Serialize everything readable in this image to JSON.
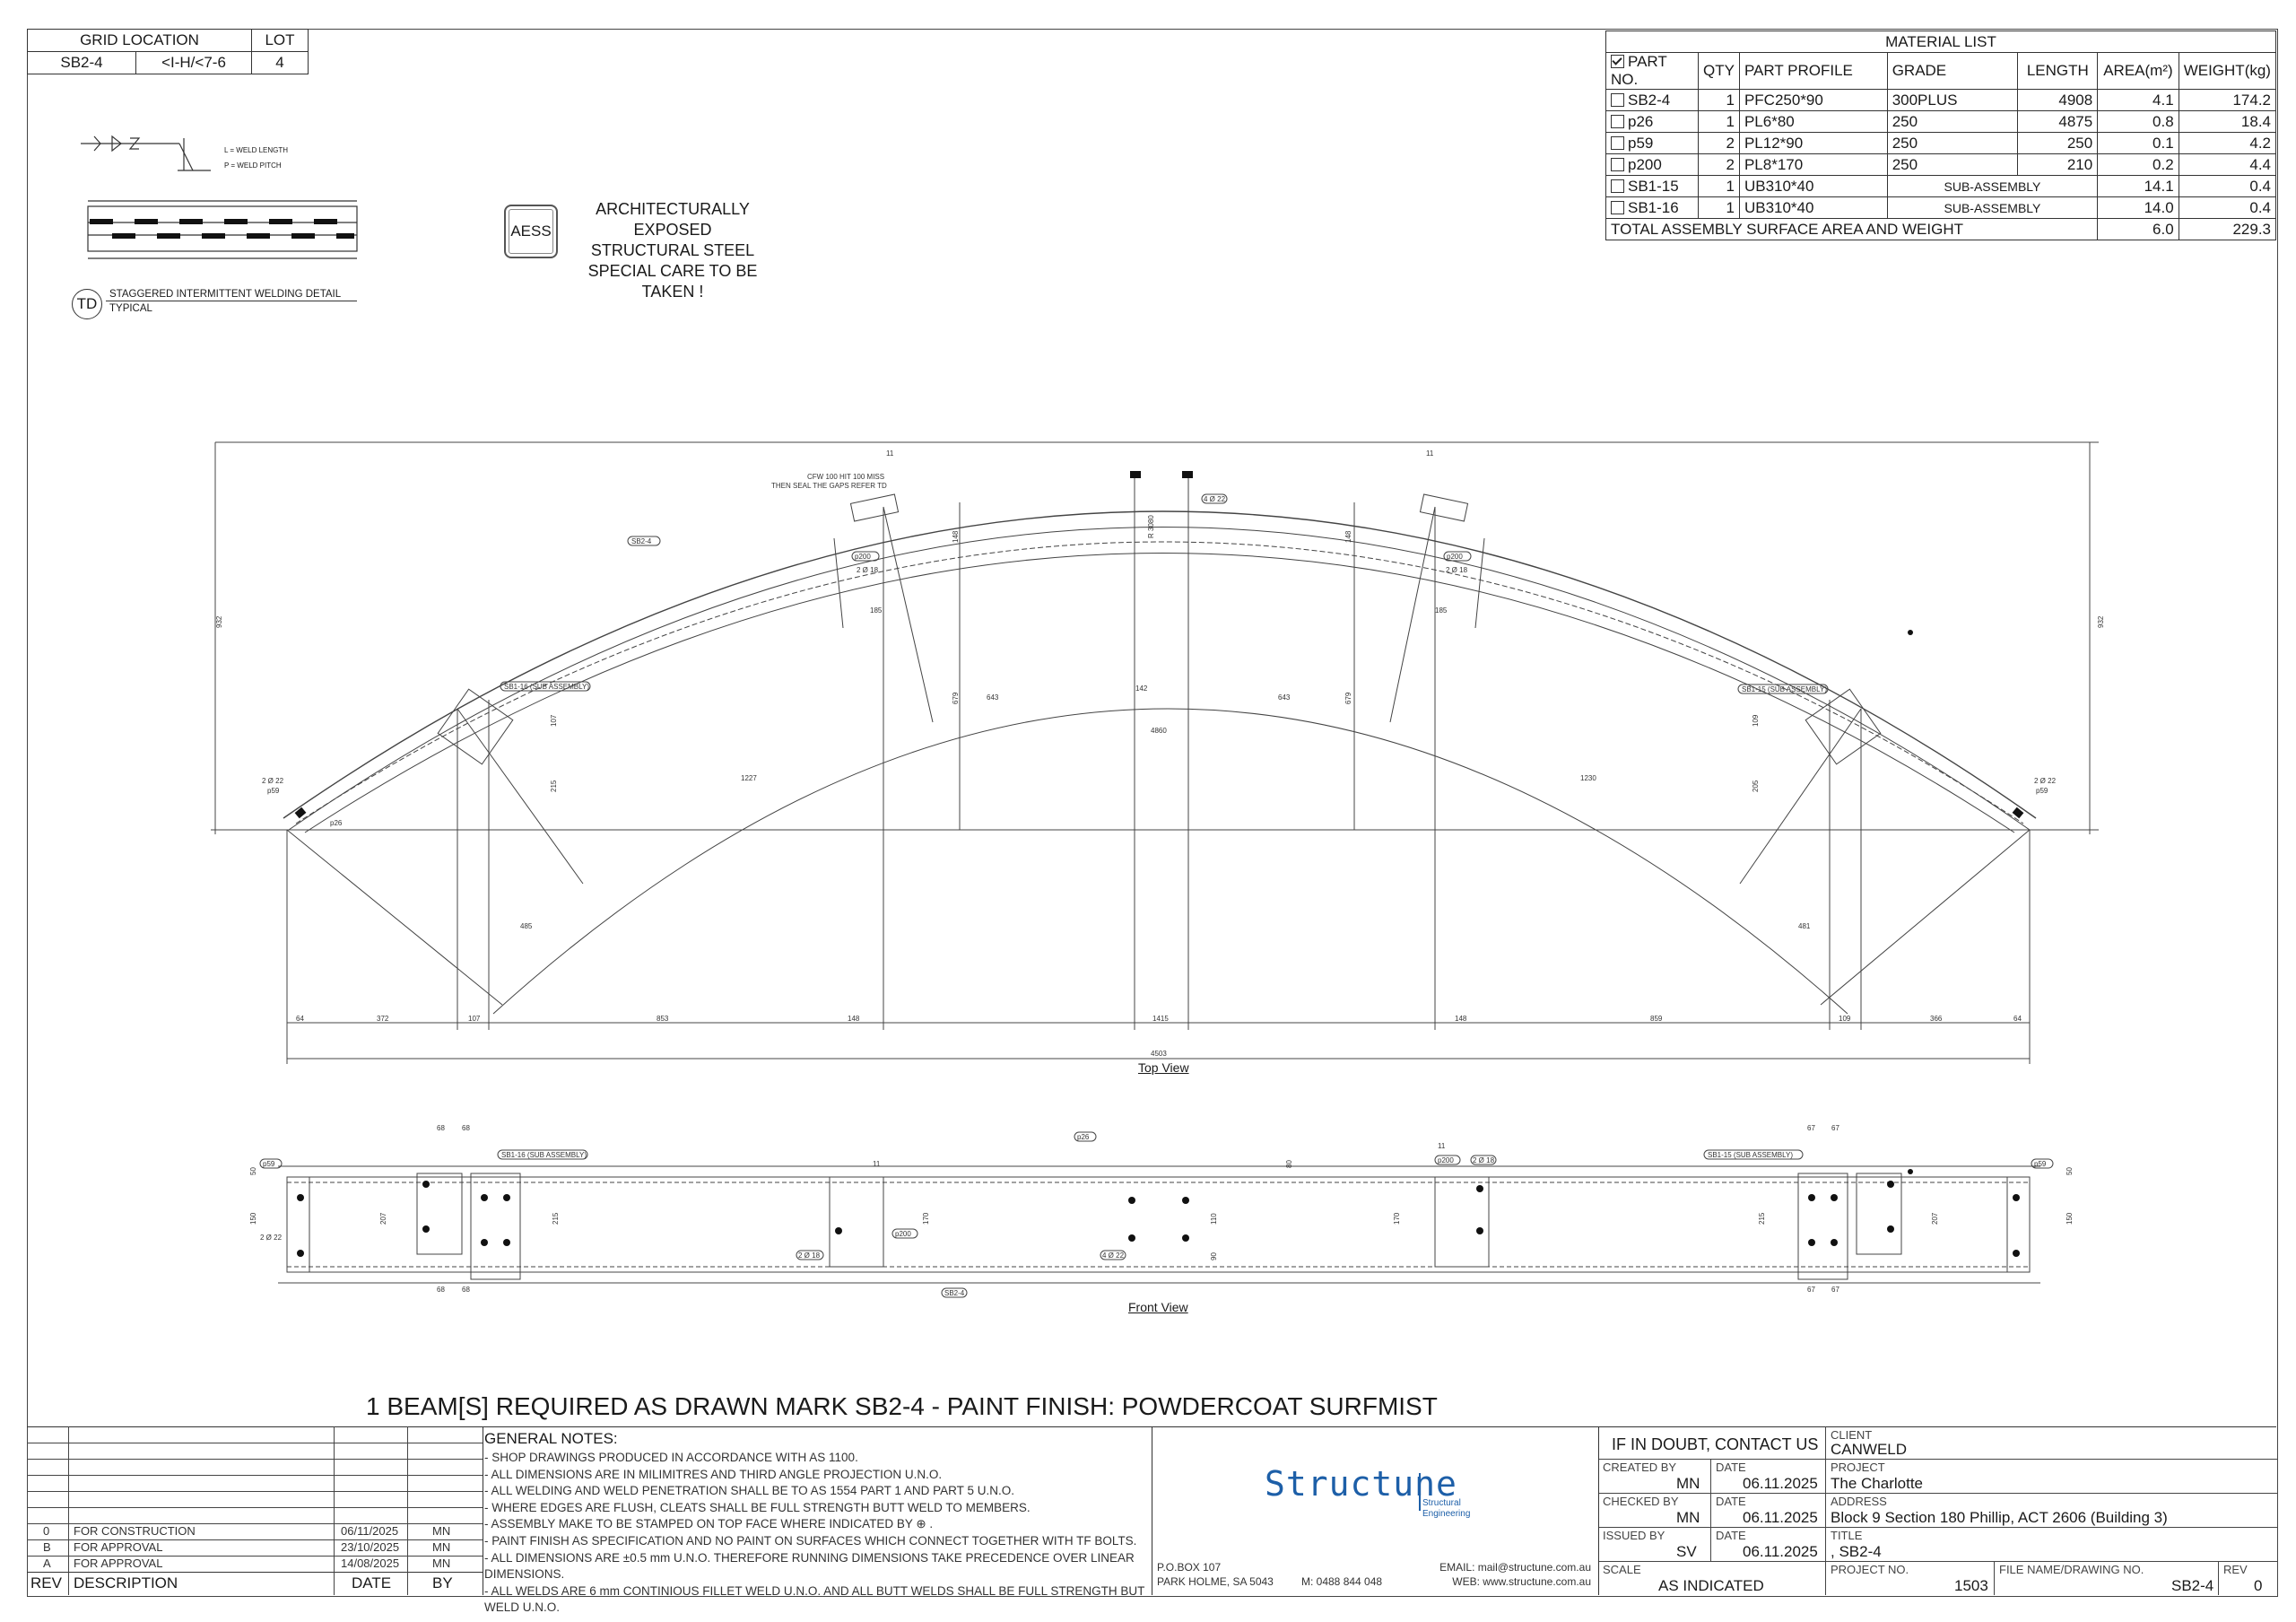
{
  "grid_table": {
    "headers": [
      "GRID LOCATION",
      "LOT"
    ],
    "values": [
      "SB2-4",
      "<I-H/<7-6",
      "4"
    ]
  },
  "weld_detail": {
    "legend_l": "L = WELD LENGTH",
    "legend_p": "P = WELD PITCH",
    "tag": "TD",
    "title": "STAGGERED INTERMITTENT WELDING DETAIL",
    "subtitle": "TYPICAL"
  },
  "aess": {
    "tag": "AESS",
    "line1": "ARCHITECTURALLY EXPOSED",
    "line2": "STRUCTURAL STEEL",
    "line3": "SPECIAL CARE TO BE TAKEN !"
  },
  "material_list": {
    "title": "MATERIAL LIST",
    "headers": [
      "PART NO.",
      "QTY",
      "PART PROFILE",
      "GRADE",
      "LENGTH",
      "AREA(m²)",
      "WEIGHT(kg)"
    ],
    "rows": [
      {
        "part": "SB2-4",
        "qty": "1",
        "profile": "PFC250*90",
        "grade": "300PLUS",
        "length": "4908",
        "area": "4.1",
        "weight": "174.2"
      },
      {
        "part": "p26",
        "qty": "1",
        "profile": "PL6*80",
        "grade": "250",
        "length": "4875",
        "area": "0.8",
        "weight": "18.4"
      },
      {
        "part": "p59",
        "qty": "2",
        "profile": "PL12*90",
        "grade": "250",
        "length": "250",
        "area": "0.1",
        "weight": "4.2"
      },
      {
        "part": "p200",
        "qty": "2",
        "profile": "PL8*170",
        "grade": "250",
        "length": "210",
        "area": "0.2",
        "weight": "4.4"
      },
      {
        "part": "SB1-15",
        "qty": "1",
        "profile": "UB310*40",
        "grade": "SUB-ASSEMBLY",
        "length": "",
        "area": "14.1",
        "weight": "0.4"
      },
      {
        "part": "SB1-16",
        "qty": "1",
        "profile": "UB310*40",
        "grade": "SUB-ASSEMBLY",
        "length": "",
        "area": "14.0",
        "weight": "0.4"
      }
    ],
    "total_label": "TOTAL ASSEMBLY SURFACE AREA AND WEIGHT",
    "total_area": "6.0",
    "total_weight": "229.3"
  },
  "top_view": {
    "title": "Top View",
    "labels": {
      "cfw1": "CFW 100 HIT 100 MISS",
      "cfw2": "THEN SEAL THE GAPS REFER TD",
      "sb24": "SB2-4",
      "sb116": "SB1-16 (SUB ASSEMBLY)",
      "sb115": "SB1-15 (SUB ASSEMBLY)",
      "p200": "p200",
      "p59": "p59",
      "p26": "p26",
      "holes18": "2 Ø 18",
      "holes22": "4 Ø 22",
      "holes22b": "2 Ø 22",
      "radius": "R 3080"
    },
    "dims_bottom": [
      "64",
      "372",
      "107",
      "853",
      "148",
      "1415",
      "148",
      "859",
      "109",
      "366",
      "64"
    ],
    "dim_total": "4503",
    "dim_height": "932",
    "dims_misc": [
      "643",
      "142",
      "643",
      "4860",
      "1227",
      "1230",
      "485",
      "481",
      "185",
      "185",
      "148",
      "148",
      "679",
      "679",
      "107",
      "109",
      "215",
      "205",
      "11",
      "11"
    ]
  },
  "front_view": {
    "title": "Front View",
    "labels": {
      "p26": "p26",
      "sb116": "SB1-16 (SUB ASSEMBLY)",
      "sb115": "SB1-15 (SUB ASSEMBLY)",
      "p59": "p59",
      "p200": "p200",
      "holes18": "2 Ø 18",
      "holes22": "4 Ø 22",
      "holes22b": "2 Ø 22",
      "sb24": "SB2-4"
    },
    "dims": [
      "68",
      "68",
      "68",
      "68",
      "67",
      "67",
      "67",
      "67",
      "207",
      "215",
      "170",
      "110",
      "170",
      "215",
      "207",
      "150",
      "150",
      "80",
      "90",
      "50",
      "50",
      "11",
      "11"
    ]
  },
  "banner": "1  BEAM[S] REQUIRED AS DRAWN MARK  SB2-4 - PAINT FINISH: POWDERCOAT SURFMIST",
  "revisions": {
    "headers": [
      "REV",
      "DESCRIPTION",
      "DATE",
      "BY"
    ],
    "rows": [
      {
        "rev": "0",
        "desc": "FOR CONSTRUCTION",
        "date": "06/11/2025",
        "by": "MN"
      },
      {
        "rev": "B",
        "desc": "FOR APPROVAL",
        "date": "23/10/2025",
        "by": "MN"
      },
      {
        "rev": "A",
        "desc": "FOR APPROVAL",
        "date": "14/08/2025",
        "by": "MN"
      }
    ]
  },
  "general_notes": {
    "title": "GENERAL NOTES:",
    "items": [
      "- SHOP DRAWINGS PRODUCED IN ACCORDANCE WITH AS 1100.",
      "- ALL DIMENSIONS ARE IN MILIMITRES AND THIRD ANGLE PROJECTION U.N.O.",
      "- ALL WELDING AND WELD PENETRATION SHALL BE TO AS 1554 PART 1 AND PART 5 U.N.O.",
      "- WHERE EDGES ARE FLUSH, CLEATS SHALL BE FULL STRENGTH BUTT WELD TO MEMBERS.",
      "- ASSEMBLY MAKE TO BE STAMPED ON TOP FACE WHERE INDICATED BY ⊕ .",
      "- PAINT FINISH AS SPECIFICATION AND NO PAINT ON SURFACES WHICH CONNECT TOGETHER WITH TF BOLTS.",
      "- ALL DIMENSIONS ARE ±0.5 mm U.N.O. THEREFORE RUNNING DIMENSIONS TAKE PRECEDENCE OVER LINEAR DIMENSIONS.",
      "- ALL WELDS ARE 6 mm CONTINIOUS FILLET WELD U.N.O. AND ALL BUTT WELDS SHALL BE FULL STRENGTH BUT WELD U.N.O."
    ]
  },
  "company": {
    "logo_main": "Structune",
    "logo_sub1": "Structural",
    "logo_sub2": "Engineering",
    "address1": "P.O.BOX 107",
    "address2": "PARK HOLME, SA 5043",
    "mobile": "M:  0488 844 048",
    "email": "EMAIL: mail@structune.com.au",
    "web": "WEB: www.structune.com.au"
  },
  "title_block": {
    "doubt": "IF IN DOUBT, CONTACT US",
    "created_by_label": "CREATED BY",
    "created_by": "MN",
    "checked_by_label": "CHECKED BY",
    "checked_by": "MN",
    "issued_by_label": "ISSUED BY",
    "issued_by": "SV",
    "date_label": "DATE",
    "created_date": "06.11.2025",
    "checked_date": "06.11.2025",
    "issued_date": "06.11.2025",
    "scale_label": "SCALE",
    "scale": "AS INDICATED",
    "client_label": "CLIENT",
    "client": "CANWELD",
    "project_label": "PROJECT",
    "project": "The Charlotte",
    "address_label": "ADDRESS",
    "address": "Block 9 Section 180 Phillip, ACT 2606 (Building 3)",
    "title_label": "TITLE",
    "title": ", SB2-4",
    "project_no_label": "PROJECT NO.",
    "project_no": "1503",
    "file_label": "FILE NAME/DRAWING NO.",
    "file": "SB2-4",
    "rev_label": "REV",
    "rev": "0"
  }
}
